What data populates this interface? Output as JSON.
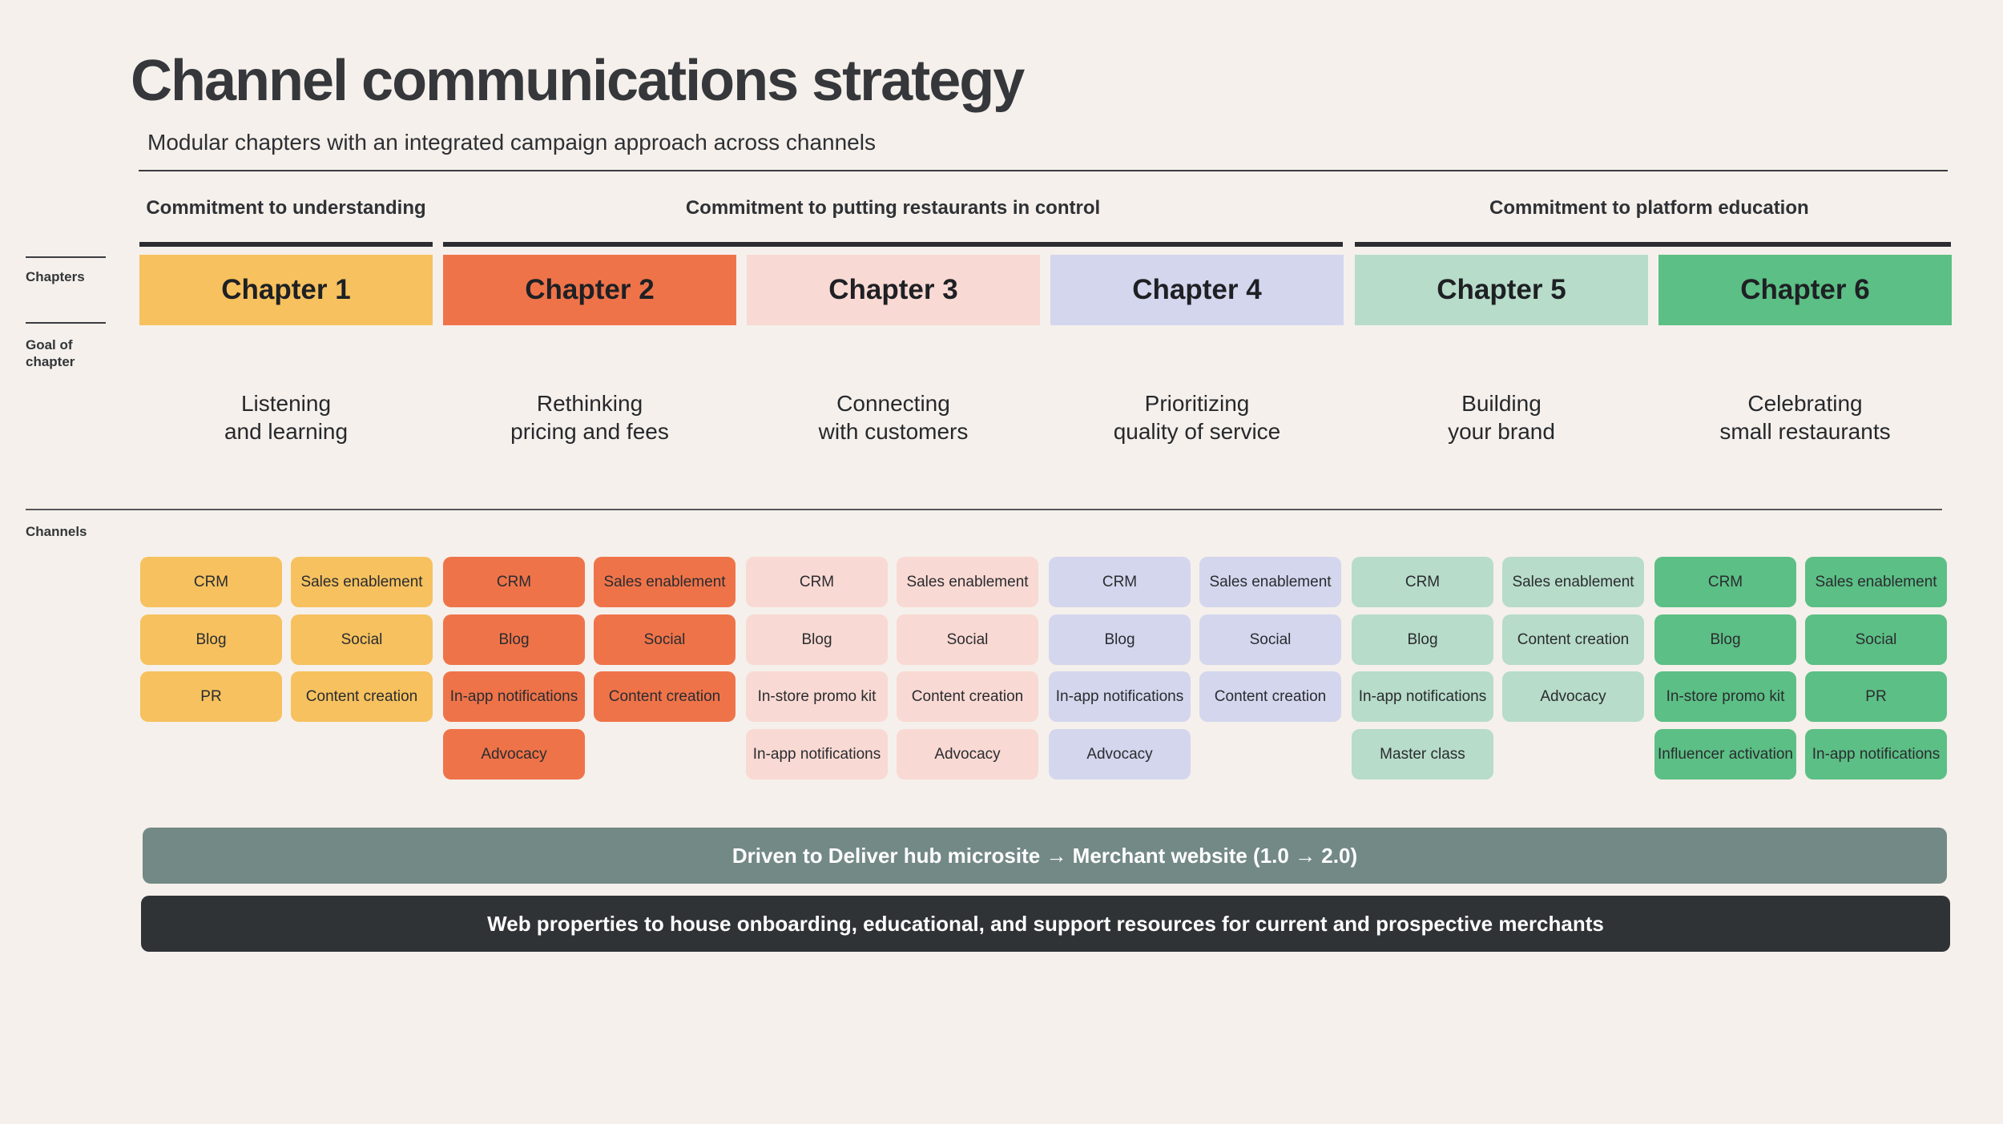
{
  "title": "Channel communications strategy",
  "subtitle": "Modular chapters with an integrated campaign approach across channels",
  "side_labels": {
    "chapters": "Chapters",
    "goal": "Goal of chapter",
    "channels": "Channels"
  },
  "commitments": [
    "Commitment to understanding",
    "Commitment to putting restaurants in control",
    "Commitment to platform education"
  ],
  "chapters": [
    {
      "name": "Chapter 1",
      "color": "#f6c15e",
      "goal": [
        "Listening",
        "and learning"
      ],
      "channel_color": "#f6c15e",
      "col1": [
        "CRM",
        "Blog",
        "PR"
      ],
      "col2": [
        "Sales enablement",
        "Social",
        "Content creation"
      ]
    },
    {
      "name": "Chapter 2",
      "color": "#ef7349",
      "goal": [
        "Rethinking",
        "pricing and fees"
      ],
      "channel_color": "#ef7349",
      "col1": [
        "CRM",
        "Blog",
        "In-app notifications",
        "Advocacy"
      ],
      "col2": [
        "Sales enablement",
        "Social",
        "Content creation"
      ]
    },
    {
      "name": "Chapter 3",
      "color": "#f9d9d3",
      "goal": [
        "Connecting",
        "with customers"
      ],
      "channel_color": "#f9d9d3",
      "col1": [
        "CRM",
        "Blog",
        "In-store promo kit",
        "In-app notifications"
      ],
      "col2": [
        "Sales enablement",
        "Social",
        "Content creation",
        "Advocacy"
      ]
    },
    {
      "name": "Chapter 4",
      "color": "#d3d6ed",
      "goal": [
        "Prioritizing",
        "quality of service"
      ],
      "channel_color": "#d3d6ed",
      "col1": [
        "CRM",
        "Blog",
        "In-app notifications",
        "Advocacy"
      ],
      "col2": [
        "Sales enablement",
        "Social",
        "Content creation"
      ]
    },
    {
      "name": "Chapter 5",
      "color": "#b7dcc9",
      "goal": [
        "Building",
        "your brand"
      ],
      "channel_color": "#b7dcc9",
      "col1": [
        "CRM",
        "Blog",
        "In-app notifications",
        "Master class"
      ],
      "col2": [
        "Sales enablement",
        "Content creation",
        "Advocacy"
      ]
    },
    {
      "name": "Chapter 6",
      "color": "#5cbf85",
      "goal": [
        "Celebrating",
        "small restaurants"
      ],
      "channel_color": "#5cbf85",
      "col1": [
        "CRM",
        "Blog",
        "In-store promo kit",
        "Influencer activation"
      ],
      "col2": [
        "Sales enablement",
        "Social",
        "PR",
        "In-app notifications"
      ]
    }
  ],
  "banners": {
    "hub": "Driven to Deliver hub microsite → Merchant website (1.0 → 2.0)",
    "web": "Web properties to house onboarding, educational, and support resources for current and prospective merchants"
  }
}
